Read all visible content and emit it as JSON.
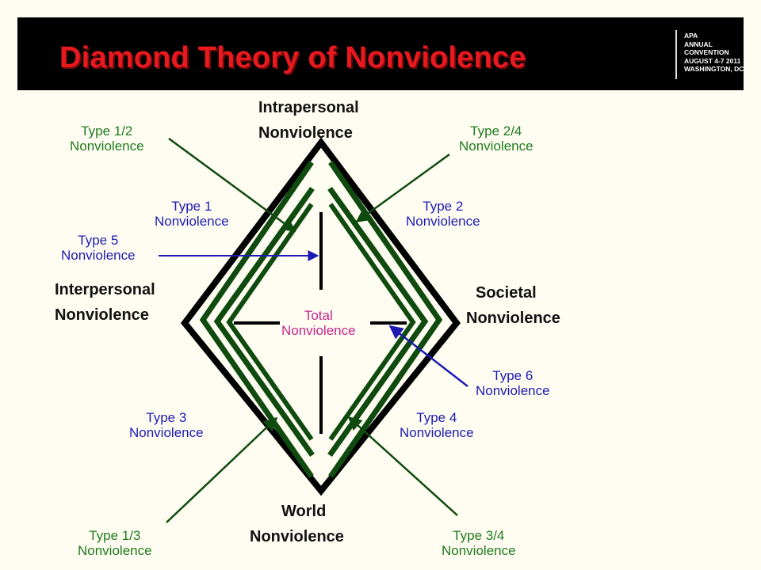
{
  "header": {
    "title": "Diamond Theory of Nonviolence",
    "convention": [
      "APA",
      "ANNUAL",
      "CONVENTION",
      "AUGUST 4-7 2011",
      "WASHINGTON, DC"
    ]
  },
  "colors": {
    "title": "#e8191f",
    "header_bg": "#000000",
    "background": "#fffdf2",
    "green_lines": "#0f4a0f",
    "green_text": "#1d7a1d",
    "blue_text": "#1b1bb3",
    "center_text": "#c5258c"
  },
  "corners": {
    "top": [
      "Intrapersonal",
      "Nonviolence"
    ],
    "left": [
      "Interpersonal",
      "Nonviolence"
    ],
    "right": [
      "Societal",
      "Nonviolence"
    ],
    "bottom": [
      "World",
      "Nonviolence"
    ]
  },
  "center": [
    "Total",
    "Nonviolence"
  ],
  "types": {
    "t12": [
      "Type 1/2",
      "Nonviolence"
    ],
    "t24": [
      "Type 2/4",
      "Nonviolence"
    ],
    "t13": [
      "Type 1/3",
      "Nonviolence"
    ],
    "t34": [
      "Type 3/4",
      "Nonviolence"
    ],
    "t1": [
      "Type 1",
      "Nonviolence"
    ],
    "t2": [
      "Type 2",
      "Nonviolence"
    ],
    "t3": [
      "Type 3",
      "Nonviolence"
    ],
    "t4": [
      "Type 4",
      "Nonviolence"
    ],
    "t5": [
      "Type 5",
      "Nonviolence"
    ],
    "t6": [
      "Type 6",
      "Nonviolence"
    ]
  }
}
